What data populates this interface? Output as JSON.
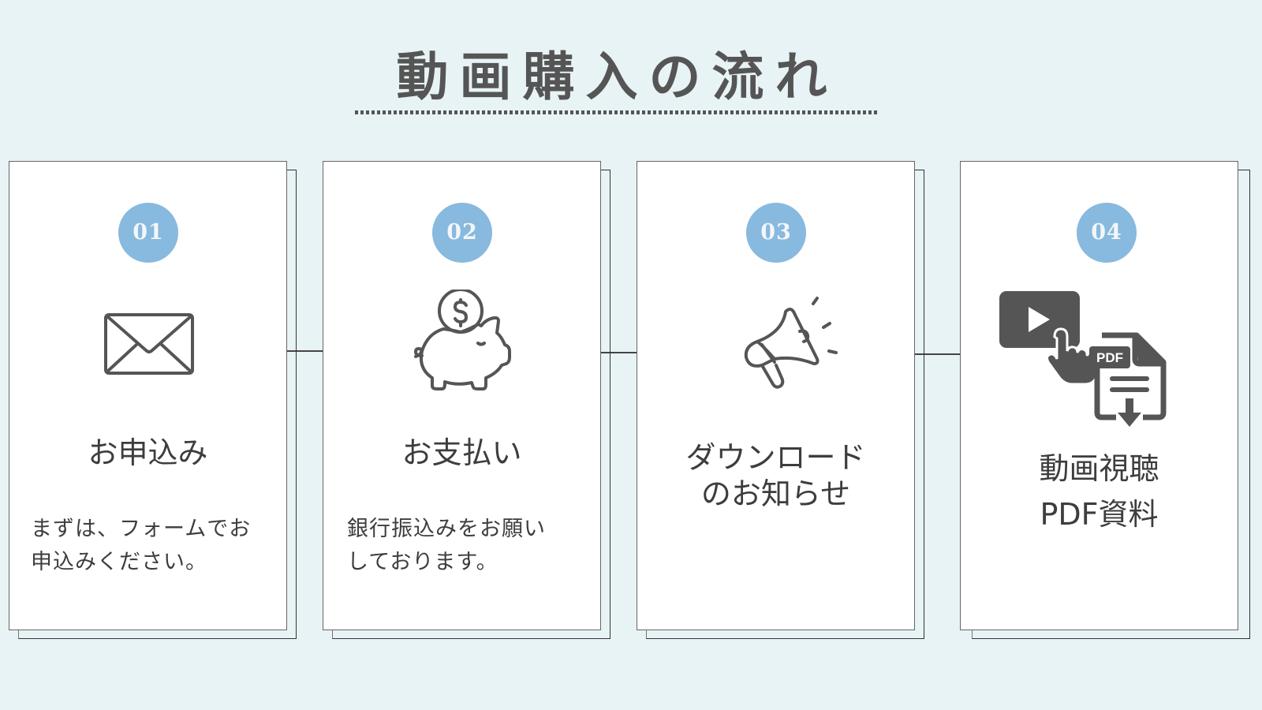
{
  "header": {
    "title": "動画購入の流れ"
  },
  "colors": {
    "background": "#e8f3f5",
    "badge": "#88b9de",
    "icon": "#555555",
    "text": "#3d3d3d"
  },
  "steps": [
    {
      "number": "01",
      "icon": "envelope-icon",
      "title": "お申込み",
      "description_lines": [
        "まずは、フォームでお",
        "申込みください。"
      ]
    },
    {
      "number": "02",
      "icon": "piggy-bank-icon",
      "title": "お支払い",
      "description_lines": [
        "銀行振込みをお願い",
        "しております。"
      ]
    },
    {
      "number": "03",
      "icon": "megaphone-icon",
      "title_lines": [
        "ダウンロード",
        "のお知らせ"
      ]
    },
    {
      "number": "04",
      "icon": "video-and-pdf-icon",
      "icon_label": "PDF",
      "title_lines": [
        "動画視聴",
        "PDF資料"
      ]
    }
  ]
}
